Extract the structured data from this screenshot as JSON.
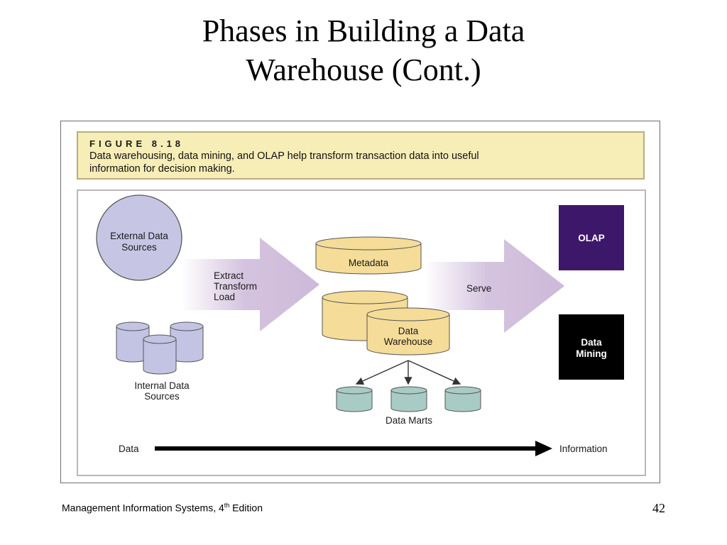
{
  "slide": {
    "title_line1": "Phases in Building a Data",
    "title_line2": "Warehouse (Cont.)",
    "footer": "Management Information Systems, 4",
    "footer_sup": "th",
    "footer_suffix": " Edition",
    "page_number": "42"
  },
  "figure": {
    "label": "FIGURE 8.18",
    "caption_line1": "Data warehousing, data mining, and OLAP help transform transaction data into useful",
    "caption_line2": "information for decision making."
  },
  "diagram": {
    "external_sources": [
      "External Data",
      "Sources"
    ],
    "internal_sources": [
      "Internal Data",
      "Sources"
    ],
    "etl": [
      "Extract",
      "Transform",
      "Load"
    ],
    "metadata": "Metadata",
    "warehouse": [
      "Data",
      "Warehouse"
    ],
    "data_marts": "Data Marts",
    "serve": "Serve",
    "olap": "OLAP",
    "data_mining": [
      "Data",
      "Mining"
    ],
    "axis_start": "Data",
    "axis_end": "Information"
  },
  "colors": {
    "circle_fill": "#c6c6e4",
    "cylinder_blue": "#c3c3e3",
    "cylinder_yellow": "#f5dc98",
    "cylinder_teal": "#a9cbc6",
    "arrow_lavender": "#cdb9d9",
    "olap_bg": "#3d1769",
    "mining_bg": "#000000"
  }
}
